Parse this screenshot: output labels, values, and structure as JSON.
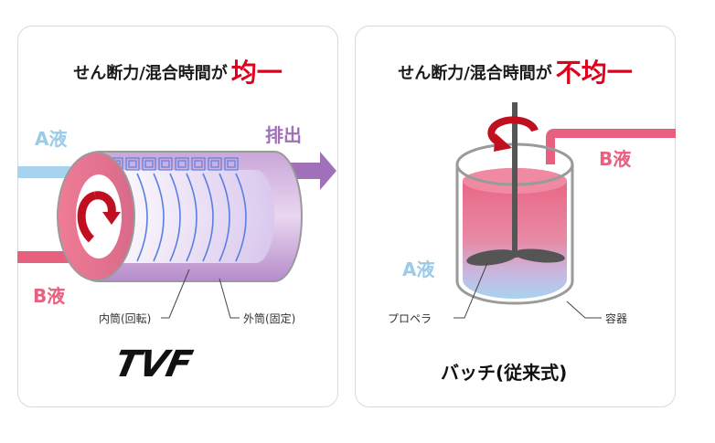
{
  "left": {
    "heading_prefix": "せん断力/混合時間が",
    "heading_emphasis": "均一",
    "liquid_a": "A液",
    "liquid_b": "B液",
    "discharge": "排出",
    "inner_cylinder": "内筒(回転)",
    "outer_cylinder": "外筒(固定)",
    "logo": "TVF"
  },
  "right": {
    "heading_prefix": "せん断力/混合時間が",
    "heading_emphasis": "不均一",
    "liquid_a": "A液",
    "liquid_b": "B液",
    "propeller": "プロペラ",
    "vessel": "容器",
    "caption": "バッチ(従来式)"
  },
  "colors": {
    "emphasis": "#e0001b",
    "liquid_a": "#9ccbe8",
    "liquid_b": "#e8607f",
    "discharge": "#a070b8",
    "rotation": "#c01020"
  }
}
